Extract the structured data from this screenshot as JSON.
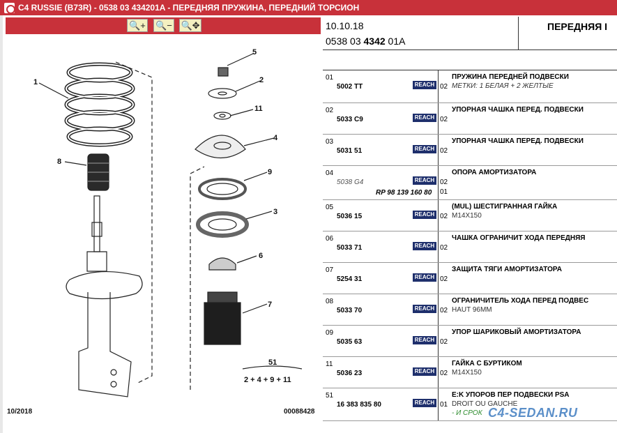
{
  "window": {
    "title": "C4 RUSSIE (B73R) - 0538 03 434201A - ПЕРЕДНЯЯ ПРУЖИНА, ПЕРЕДНИЙ ТОРСИОН"
  },
  "toolbar": {
    "zoom_in": "🔍+",
    "zoom_out": "🔍−",
    "zoom_fit": "🔍✥"
  },
  "drawing": {
    "callouts": [
      "1",
      "8",
      "5",
      "2",
      "11",
      "4",
      "9",
      "3",
      "6",
      "7",
      "51"
    ],
    "kit_formula": "2 + 4 + 9 + 11",
    "date": "10/2018",
    "code": "00088428"
  },
  "header": {
    "date": "10.10.18",
    "ref_prefix": "0538 03 ",
    "ref_bold": "4342",
    "ref_suffix": " 01A",
    "title": "ПЕРЕДНЯЯ І"
  },
  "reach_label": "REACH",
  "rows": [
    {
      "num": "01",
      "ref": "5002 TT",
      "qty": "02",
      "desc": "ПРУЖИНА ПЕРЕДНЕЙ ПОДВЕСКИ",
      "sub": "МЕТКИ: 1 БЕЛАЯ + 2 ЖЕЛТЫЕ"
    },
    {
      "num": "02",
      "ref": "5033 C9",
      "qty": "02",
      "desc": "УПОРНАЯ ЧАШКА ПЕРЕД. ПОДВЕСКИ",
      "sub": ""
    },
    {
      "num": "03",
      "ref": "5031 51",
      "qty": "02",
      "desc": "УПОРНАЯ ЧАШКА ПЕРЕД. ПОДВЕСКИ",
      "sub": ""
    },
    {
      "num": "04",
      "ref": "5038 G4",
      "qty": "02",
      "desc": "ОПОРА АМОРТИЗАТОРА",
      "sub": "",
      "rp": "RP 98 139 160 80",
      "qty2": "01"
    },
    {
      "num": "05",
      "ref": "5036 15",
      "qty": "02",
      "desc": "(MUL) ШЕСТИГРАННАЯ ГАЙКА",
      "sub": "M14X150"
    },
    {
      "num": "06",
      "ref": "5033 71",
      "qty": "02",
      "desc": "ЧАШКА ОГРАНИЧИТ ХОДА ПЕРЕДНЯЯ",
      "sub": ""
    },
    {
      "num": "07",
      "ref": "5254 31",
      "qty": "02",
      "desc": "ЗАЩИТА ТЯГИ АМОРТИЗАТОРА",
      "sub": ""
    },
    {
      "num": "08",
      "ref": "5033 70",
      "qty": "02",
      "desc": "ОГРАНИЧИТЕЛЬ ХОДА ПЕРЕД ПОДВЕС",
      "sub": "HAUT 96MM"
    },
    {
      "num": "09",
      "ref": "5035 63",
      "qty": "02",
      "desc": "УПОР ШАРИКОВЫЙ АМОРТИЗАТОРА",
      "sub": ""
    },
    {
      "num": "11",
      "ref": "5036 23",
      "qty": "02",
      "desc": "ГАЙКА С БУРТИКОМ",
      "sub": "M14X150"
    },
    {
      "num": "51",
      "ref": "16 383 835 80",
      "qty": "01",
      "desc": "E:K УПОРОВ ПЕР ПОДВЕСКИ PSA",
      "sub": "DROIT OU GAUCHE",
      "sub2": "- И СРОК"
    }
  ],
  "watermark": "C4-SEDAN.RU"
}
